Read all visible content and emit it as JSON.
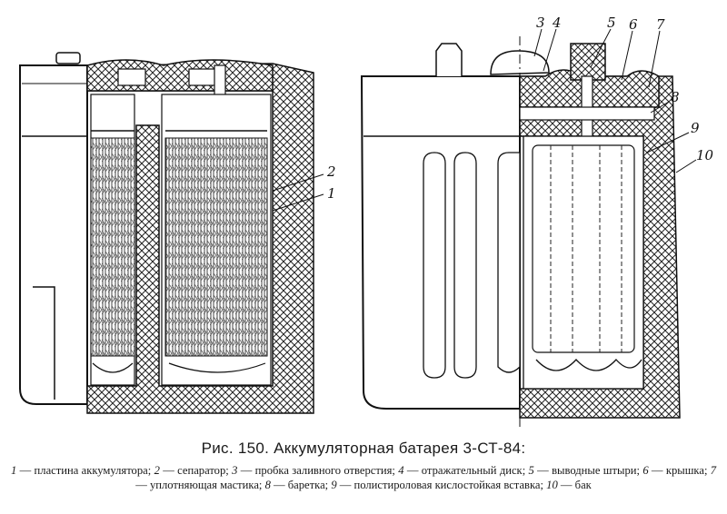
{
  "caption": {
    "title": "Рис. 150. Аккумуляторная батарея 3-СТ-84:",
    "legend": [
      {
        "num": "1",
        "text": "пластина аккумулятора"
      },
      {
        "num": "2",
        "text": "сепаратор"
      },
      {
        "num": "3",
        "text": "пробка заливного отверстия"
      },
      {
        "num": "4",
        "text": "отражательный диск"
      },
      {
        "num": "5",
        "text": "выводные штыри"
      },
      {
        "num": "6",
        "text": "крышка"
      },
      {
        "num": "7",
        "text": "уплотняющая мастика"
      },
      {
        "num": "8",
        "text": "баретка"
      },
      {
        "num": "9",
        "text": "полистироловая кислостойкая вставка"
      },
      {
        "num": "10",
        "text": "бак"
      }
    ]
  },
  "callouts": {
    "c1": "1",
    "c2": "2",
    "c3": "3",
    "c4": "4",
    "c5": "5",
    "c6": "6",
    "c7": "7",
    "c8": "8",
    "c9": "9",
    "c10": "10"
  }
}
